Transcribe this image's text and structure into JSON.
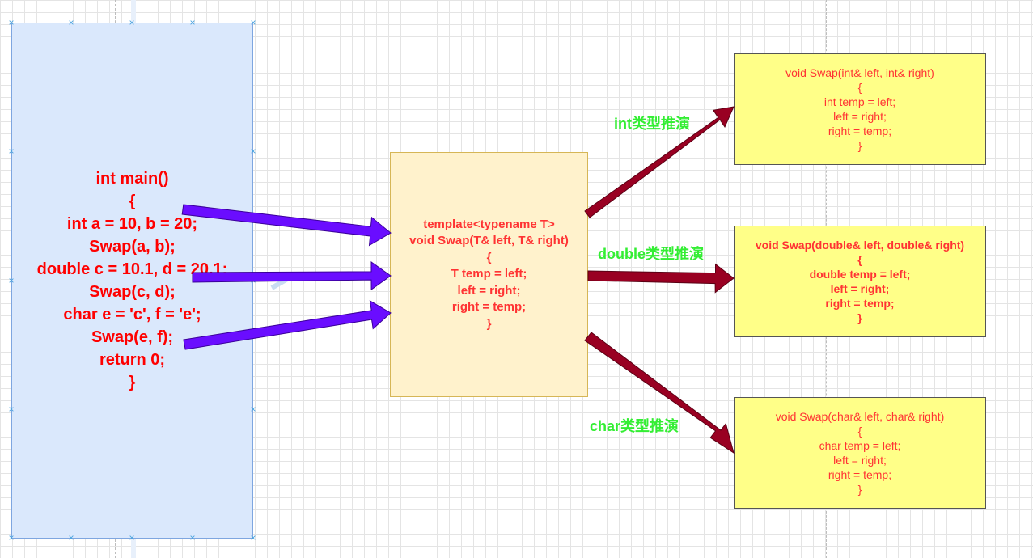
{
  "main_code": {
    "lines": [
      "int main()",
      "{",
      "int a = 10, b = 20;",
      "Swap(a, b);",
      "",
      "double c = 10.1, d = 20.1;",
      "Swap(c, d);",
      "",
      "char e = 'c', f = 'e';",
      "Swap(e, f);",
      "",
      "return 0;",
      "}"
    ]
  },
  "template_code": {
    "lines": [
      "template<typename T>",
      "void Swap(T& left, T& right)",
      "{",
      "T temp = left;",
      "left = right;",
      "right = temp;",
      "}"
    ]
  },
  "instantiations": [
    {
      "label": "int类型推演",
      "lines": [
        "void Swap(int& left, int& right)",
        "{",
        "int temp = left;",
        "left = right;",
        "right = temp;",
        "}"
      ]
    },
    {
      "label": "double类型推演",
      "lines": [
        "void Swap(double& left, double& right)",
        "{",
        "double temp = left;",
        "left = right;",
        "right = temp;",
        "}"
      ]
    },
    {
      "label": "char类型推演",
      "lines": [
        "void Swap(char& left, char& right)",
        "{",
        "char temp = left;",
        "left = right;",
        "right = temp;",
        "}"
      ]
    }
  ],
  "colors": {
    "code_text": "#ff0000",
    "label_text": "#33ee33",
    "call_arrow": "#6a0dff",
    "instantiation_arrow": "#990022",
    "main_box_fill": "#dae8fc",
    "template_box_fill": "#fff2cc",
    "output_box_fill": "#ffff88"
  },
  "selection_handle_glyph": "×"
}
